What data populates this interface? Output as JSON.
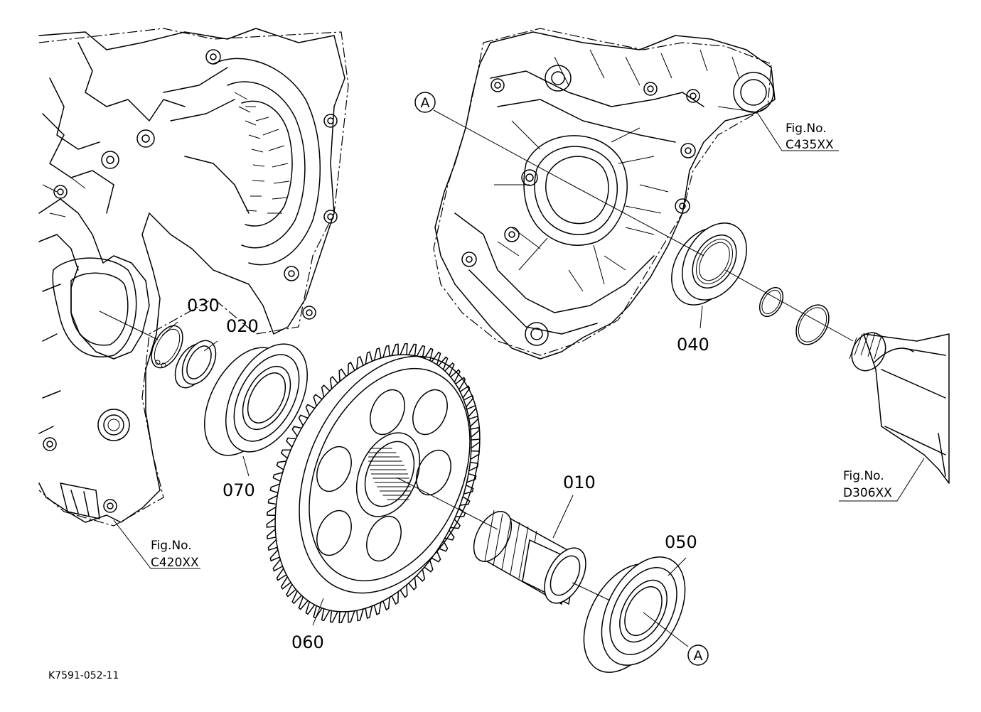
{
  "parts": [
    {
      "id": "p010",
      "number": "010"
    },
    {
      "id": "p020",
      "number": "020"
    },
    {
      "id": "p030",
      "number": "030"
    },
    {
      "id": "p040",
      "number": "040"
    },
    {
      "id": "p050",
      "number": "050"
    },
    {
      "id": "p060",
      "number": "060"
    },
    {
      "id": "p070",
      "number": "070"
    }
  ],
  "figure_refs": [
    {
      "id": "c435",
      "label": "Fig.No.",
      "code": "C435XX"
    },
    {
      "id": "c420",
      "label": "Fig.No.",
      "code": "C420XX"
    },
    {
      "id": "d306",
      "label": "Fig.No.",
      "code": "D306XX"
    }
  ],
  "alignment_marks": [
    {
      "id": "top",
      "letter": "A"
    },
    {
      "id": "bottom",
      "letter": "A"
    }
  ],
  "drawing_code": "K7591-052-11"
}
